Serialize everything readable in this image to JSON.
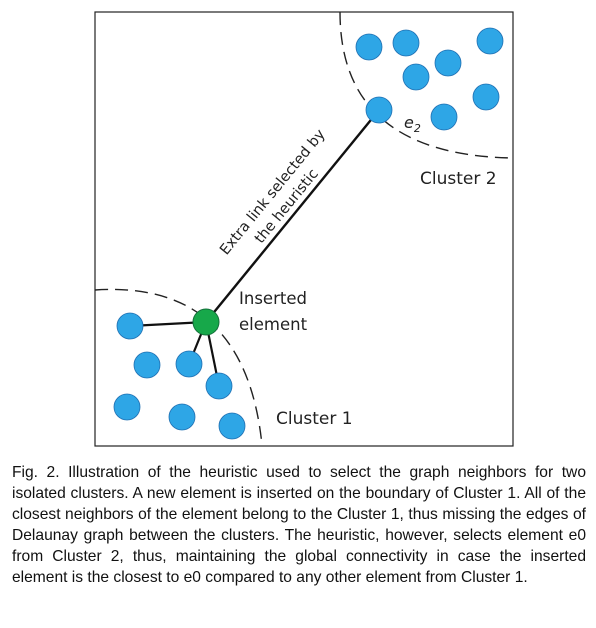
{
  "figure": {
    "inserted_label_line1": "Inserted",
    "inserted_label_line2": "element",
    "cluster1_label": "Cluster 1",
    "cluster2_label": "Cluster 2",
    "edge_label_line1": "Extra link selected by",
    "edge_label_line2": "the heuristic",
    "node_label_e": "e",
    "node_label_sub": "2",
    "colors": {
      "cluster_node": "#2ea6e6",
      "inserted_node": "#17a84a",
      "node_stroke": "#1f6fb2",
      "inserted_stroke": "#13703a"
    }
  },
  "caption": {
    "text": "Fig. 2. Illustration of the heuristic used to select the graph neighbors for two isolated clusters. A new element is inserted on the boundary of Cluster 1. All of the closest neighbors of the element belong to the Cluster 1, thus missing the edges of Delaunay graph between the clusters. The heuristic, however, selects element e0 from Cluster 2, thus, maintaining the global connectivity in case the inserted element is the closest to e0 compared to any other element from Cluster 1."
  }
}
